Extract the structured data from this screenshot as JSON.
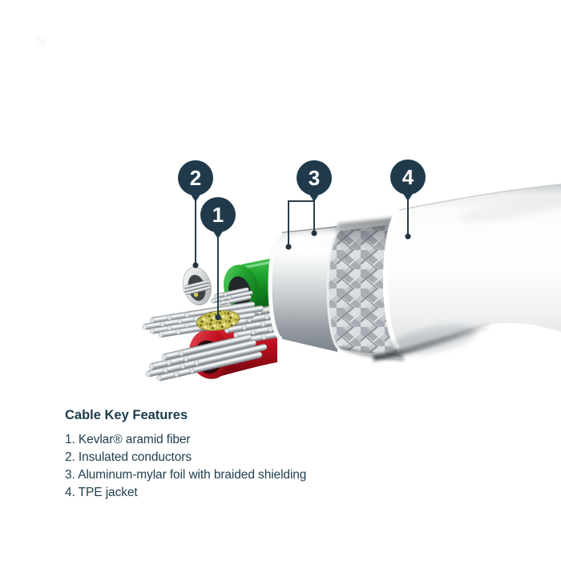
{
  "callouts": [
    {
      "number": "1"
    },
    {
      "number": "2"
    },
    {
      "number": "3"
    },
    {
      "number": "4"
    }
  ],
  "features": {
    "title": "Cable Key Features",
    "items": [
      "1. Kevlar® aramid fiber",
      "2. Insulated conductors",
      "3. Aluminum-mylar foil with braided shielding",
      "4. TPE jacket"
    ]
  },
  "colors": {
    "callout_navy": "#203a4c",
    "conductor_green": "#1da12b",
    "conductor_red": "#bb0f1e",
    "kevlar_yellow": "#cdc652",
    "strand_silver": "#c7cbce",
    "jacket_white": "#f5f6f7",
    "text_navy": "#21404e",
    "background": "#ffffff"
  }
}
